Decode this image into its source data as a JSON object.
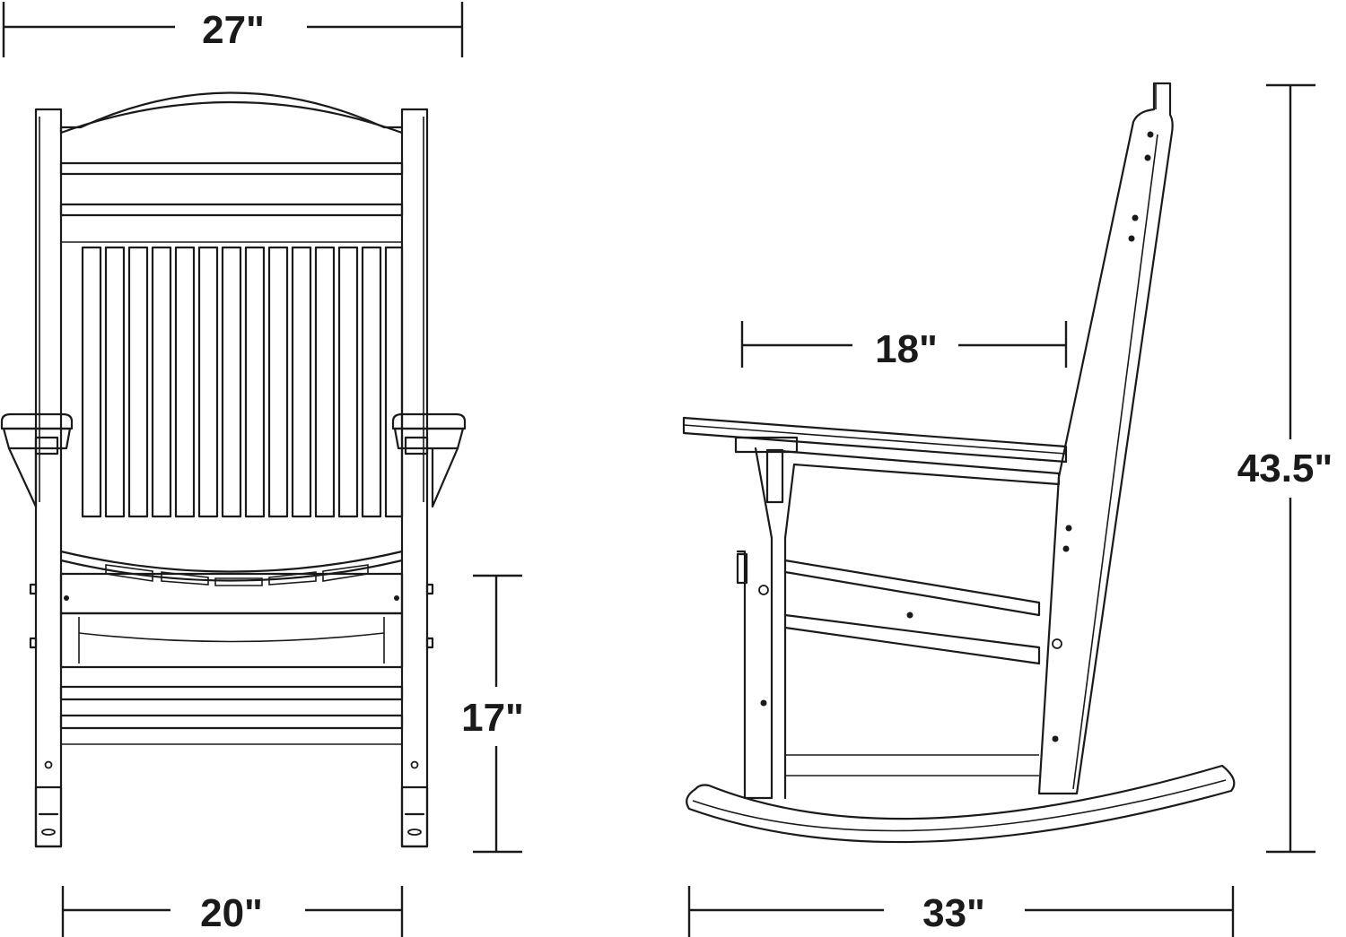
{
  "dimensions": {
    "overall_width": "27\"",
    "seat_width": "20\"",
    "seat_height": "17\"",
    "seat_depth": "18\"",
    "overall_height": "43.5\"",
    "overall_depth": "33\""
  }
}
